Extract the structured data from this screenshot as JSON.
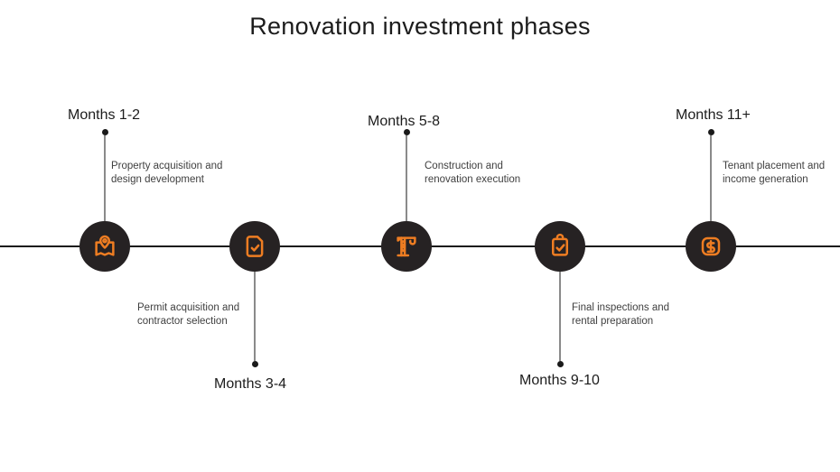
{
  "title": "Renovation investment phases",
  "colors": {
    "accent_orange": "#EE7D22",
    "node_background": "#262223",
    "axis_black": "#1A1A1A",
    "connector_gray": "#8A8A8A",
    "heading_text": "#1C1C1C",
    "description_text": "#3F3F3F",
    "background": "#FFFFFF"
  },
  "phases": [
    {
      "months": "Months 1-2",
      "description": "Property acquisition and design development",
      "icon": "map-pin-icon",
      "label_position": "above"
    },
    {
      "months": "Months 3-4",
      "description": "Permit acquisition and contractor selection",
      "icon": "document-check-icon",
      "label_position": "below"
    },
    {
      "months": "Months 5-8",
      "description": "Construction and renovation execution",
      "icon": "crane-icon",
      "label_position": "above"
    },
    {
      "months": "Months 9-10",
      "description": "Final inspections and rental preparation",
      "icon": "clipboard-check-icon",
      "label_position": "below"
    },
    {
      "months": "Months 11+",
      "description": "Tenant placement and income generation",
      "icon": "dollar-sign-icon",
      "label_position": "above"
    }
  ]
}
